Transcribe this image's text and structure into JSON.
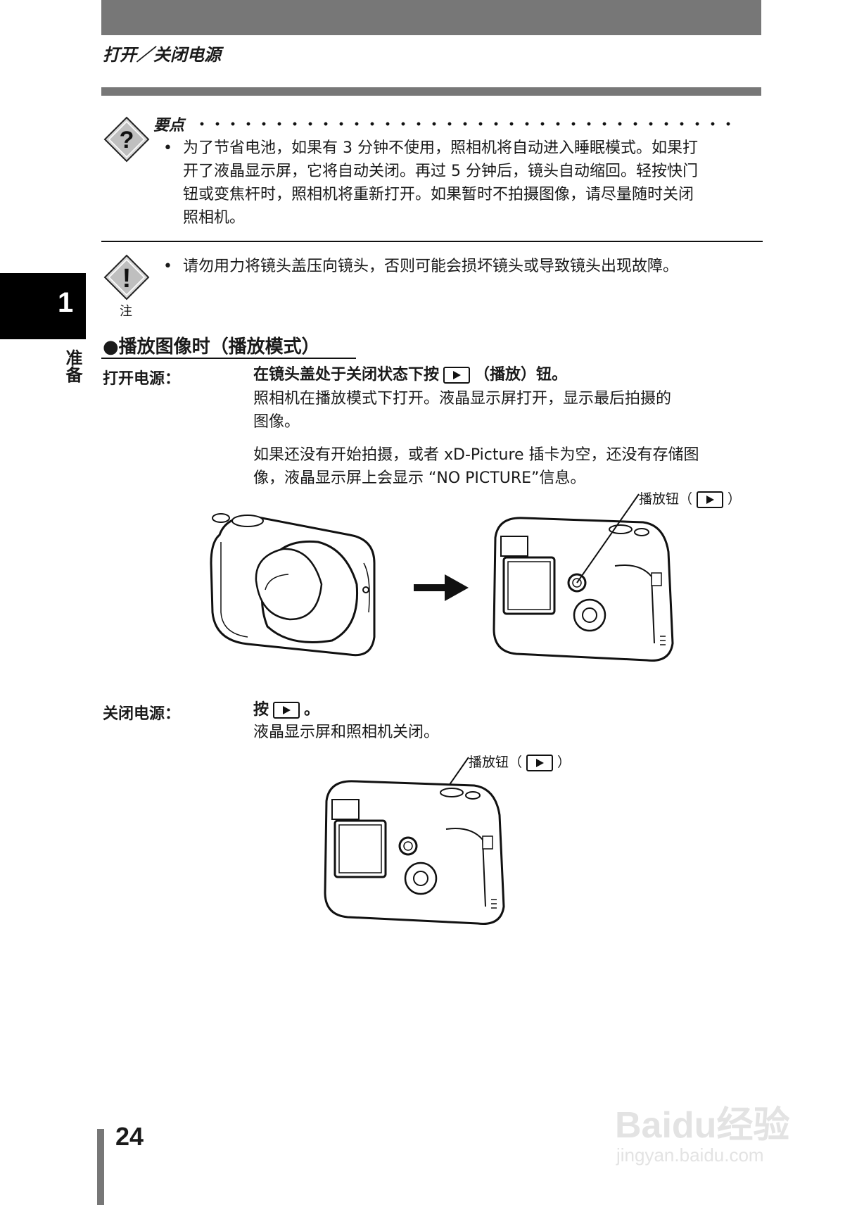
{
  "header": {
    "title": "打开／关闭电源"
  },
  "tip": {
    "label": "要点",
    "bullet": "•",
    "text": [
      "为了节省电池，如果有 3 分钟不使用，照相机将自动进入睡眠模式。如果打",
      "开了液晶显示屏，它将自动关闭。再过 5 分钟后，镜头自动缩回。轻按快门",
      "钮或变焦杆时，照相机将重新打开。如果暂时不拍摄图像，请尽量随时关闭",
      "照相机。"
    ]
  },
  "note": {
    "label": "注",
    "bullet": "•",
    "text": "请勿用力将镜头盖压向镜头，否则可能会损坏镜头或导致镜头出现故障。"
  },
  "side_tab": {
    "number": "1",
    "text": "准备"
  },
  "playback": {
    "heading": "●播放图像时（播放模式）",
    "power_on": {
      "label": "打开电源：",
      "instruction_a": "在镜头盖处于关闭状态下按",
      "instruction_b": "（播放）钮。",
      "desc": [
        "照相机在播放模式下打开。液晶显示屏打开，显示最后拍摄的",
        "图像。"
      ],
      "desc2": [
        "如果还没有开始拍摄，或者 xD-Picture 插卡为空，还没有存储图",
        "像，液晶显示屏上会显示 “NO PICTURE”信息。"
      ],
      "callout_a": "播放钮（",
      "callout_b": "）"
    },
    "power_off": {
      "label": "关闭电源：",
      "instruction_a": "按",
      "instruction_b": "。",
      "desc": "液晶显示屏和照相机关闭。",
      "callout_a": "播放钮（",
      "callout_b": "）"
    }
  },
  "page_number": "24",
  "watermark": {
    "brand": "Baidu经验",
    "url": "jingyan.baidu.com"
  }
}
